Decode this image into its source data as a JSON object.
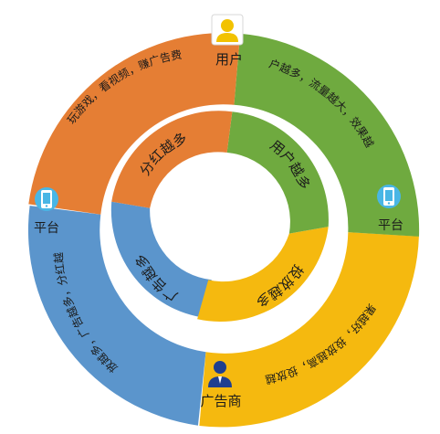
{
  "colors": {
    "orange": "#E57E34",
    "green": "#6FAA3F",
    "yellow": "#F5B90F",
    "blue": "#5B95CC",
    "node_text": "#1b1b1b",
    "person_icon": "#F2C200",
    "advertiser_icon": "#1F3F8F",
    "phone_icon": "#49B6E5"
  },
  "nodes": {
    "top": "用户",
    "right": "平台",
    "bottom": "广告商",
    "left": "平台"
  },
  "outer_ring": {
    "orange": "玩游戏，看视频，赚广告费",
    "green": "用户越多，流量越大，效果越好",
    "yellow": "效果越好，投放越高，投放越多",
    "blue": "投放越多，广告越多，分红越多"
  },
  "inner_ring": {
    "orange": "分红越多",
    "green": "用户越多",
    "yellow": "投放越多",
    "blue": "广告越多"
  },
  "icons": {
    "top": "person-icon",
    "right": "phone-icon",
    "bottom": "advertiser-icon",
    "left": "phone-icon"
  }
}
